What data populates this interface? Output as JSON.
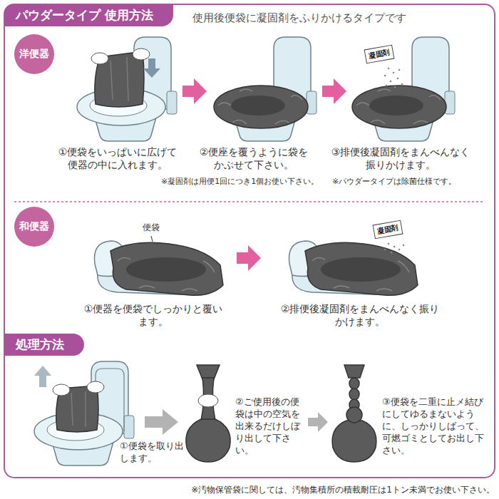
{
  "diagram": {
    "nodes": [
      {
        "text": [
          "パウダータイプ 使用方法"
        ]
      },
      {
        "text": [
          "洋便器"
        ]
      },
      {
        "text": [
          "凝固剤"
        ]
      },
      {
        "text": [
          "和便器"
        ]
      },
      {
        "text": [
          "凝固剤"
        ]
      },
      {
        "text": [
          "処理方法"
        ]
      }
    ],
    "labels": [
      "使用後便袋に凝固剤をふりかけるタイプです",
      "①便袋をいっぱいに広げて便器の中に入れます。",
      "②便座を覆うように袋をかぶせて下さい。",
      "③排便後凝固剤をまんべんなく振りかけます。",
      "※凝固剤は用便1回につき1個お使い下さい。",
      "※パウダータイプは除菌仕様です。",
      "便袋",
      "①便器を便袋でしっかりと覆います。",
      "②排便後凝固剤をまんべんなく振りかけます。",
      "①便袋を取り出します。",
      "②ご使用後の便袋は中の空気を出来るだけしぼり出して下さい。",
      "③便袋を二重に止メ結びにしてゆるまないように、しっかりしばって、可燃ゴミとしてお出し下さい。",
      "※汚物保管袋に関しては、汚物集積所の積載耐圧は1トン未満でお使い下さい。"
    ]
  }
}
